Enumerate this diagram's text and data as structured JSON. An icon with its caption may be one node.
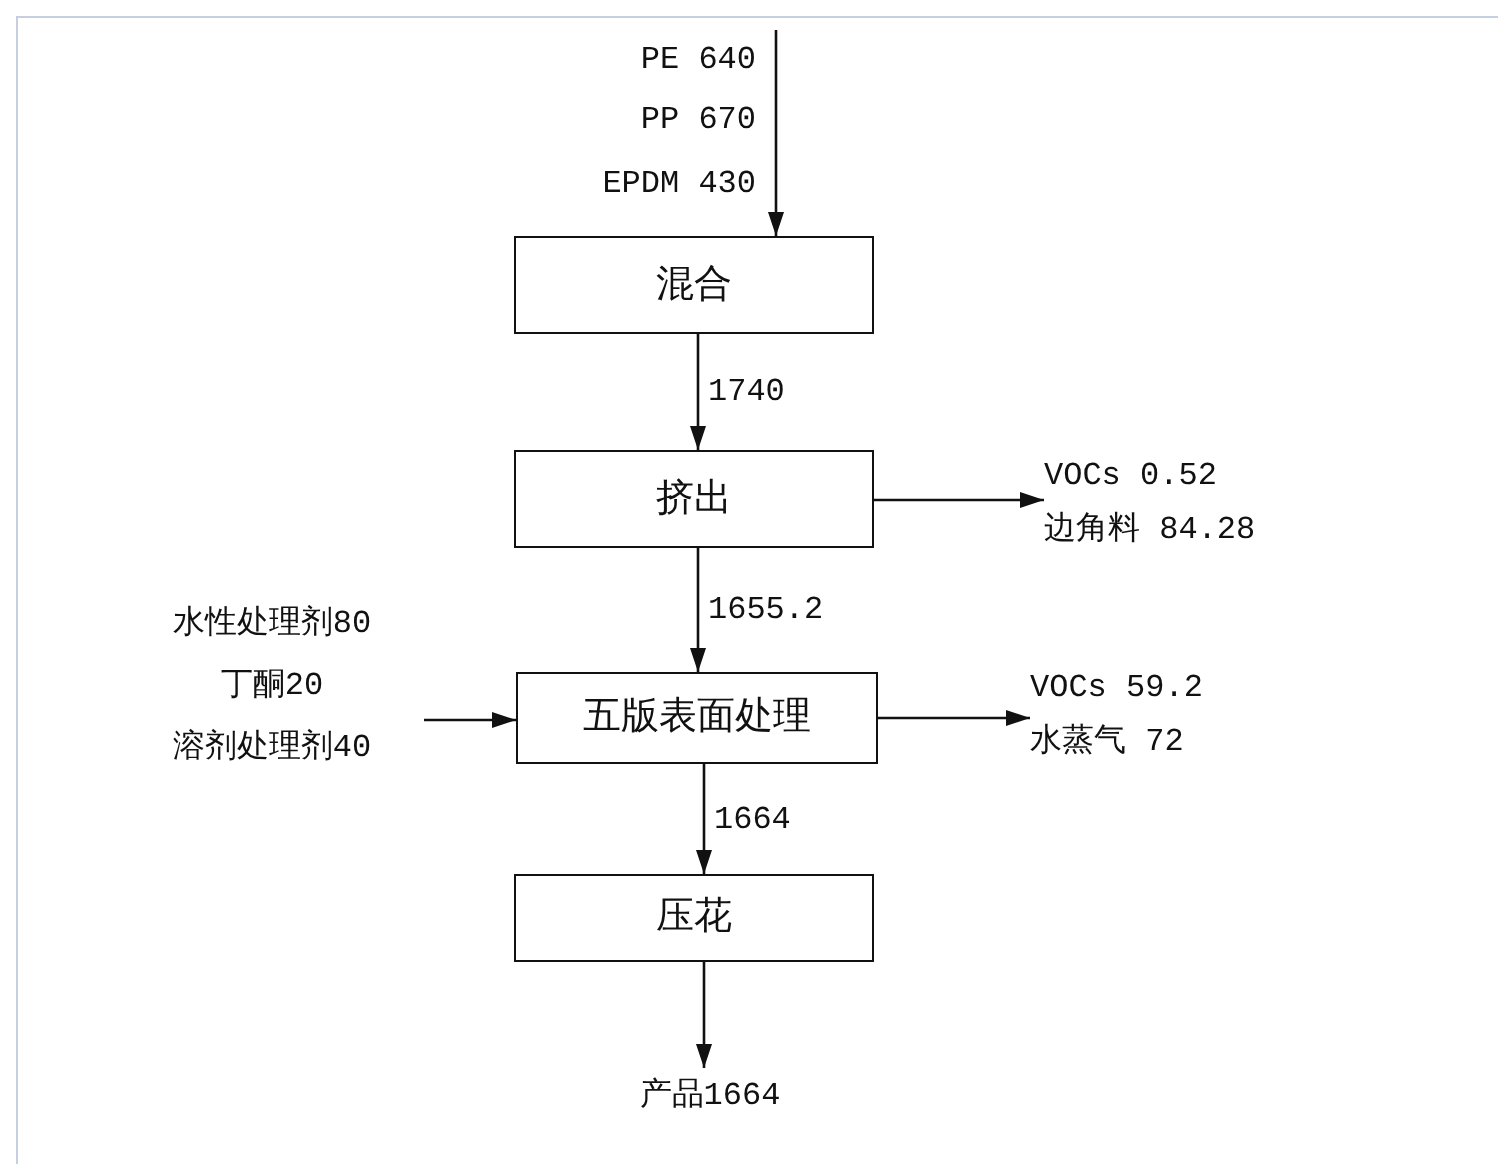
{
  "diagram": {
    "nodes": [
      {
        "text": [
          "混合"
        ]
      },
      {
        "text": [
          "挤出"
        ]
      },
      {
        "text": [
          "五版表面处理"
        ]
      },
      {
        "text": [
          "压花"
        ]
      },
      {
        "text": [
          "VOCs 0.52",
          "边角料 84.28"
        ]
      },
      {
        "text": [
          "水性处理剂80",
          "丁酮20",
          "溶剂处理剂40"
        ]
      },
      {
        "text": [
          "VOCs 59.2",
          "水蒸气 72"
        ]
      },
      {
        "text": [
          "产品1664"
        ]
      }
    ],
    "edges": [
      {
        "from": null,
        "to": 0,
        "arrow": "to"
      },
      {
        "from": 0,
        "to": 1,
        "arrow": "to",
        "label": "1740"
      },
      {
        "from": 1,
        "to": 4,
        "arrow": "to"
      },
      {
        "from": 1,
        "to": 2,
        "arrow": "to",
        "label": "1655.2"
      },
      {
        "from": 5,
        "to": 2,
        "arrow": "to"
      },
      {
        "from": 2,
        "to": 6,
        "arrow": "to"
      },
      {
        "from": 2,
        "to": 3,
        "arrow": "to",
        "label": "1664"
      },
      {
        "from": 3,
        "to": 7,
        "arrow": "to"
      }
    ],
    "labels": [
      "PE 640",
      "PP 670",
      "EPDM 430"
    ]
  }
}
